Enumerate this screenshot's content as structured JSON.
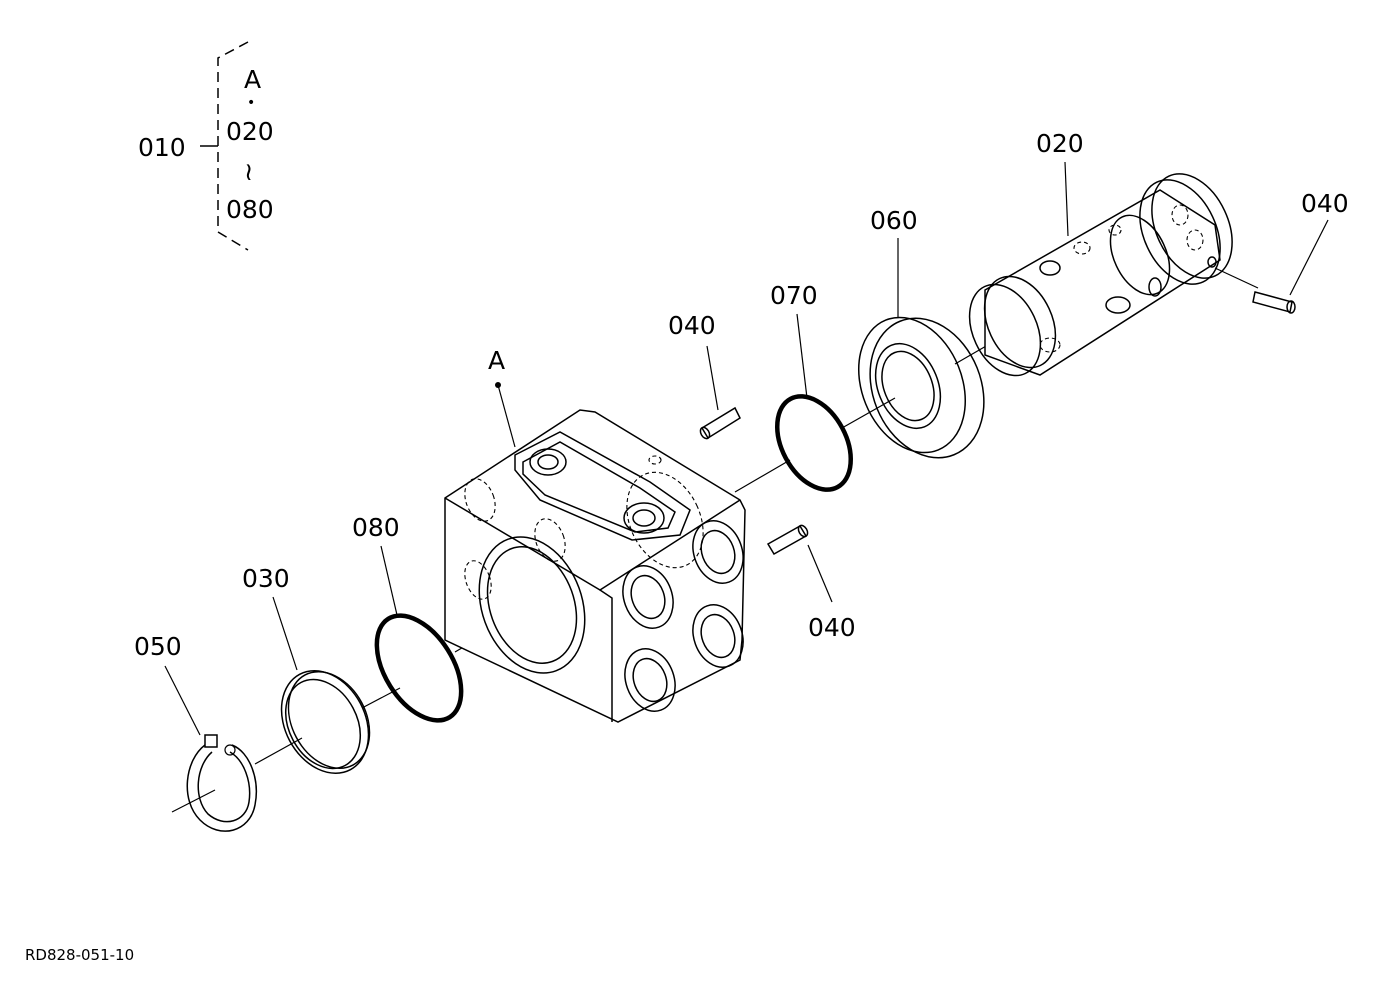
{
  "diagram": {
    "drawing_code": "RD828-051-10",
    "group_bracket": {
      "parent": "010",
      "top_ref": "A",
      "dot": "•",
      "range_start": "020",
      "range_sep": "≀",
      "range_end": "080"
    },
    "callouts": {
      "A": "A",
      "p020": "020",
      "p040_right": "040",
      "p060": "060",
      "p070": "070",
      "p040_upper": "040",
      "p040_lower": "040",
      "p080": "080",
      "p030": "030",
      "p050": "050"
    }
  }
}
